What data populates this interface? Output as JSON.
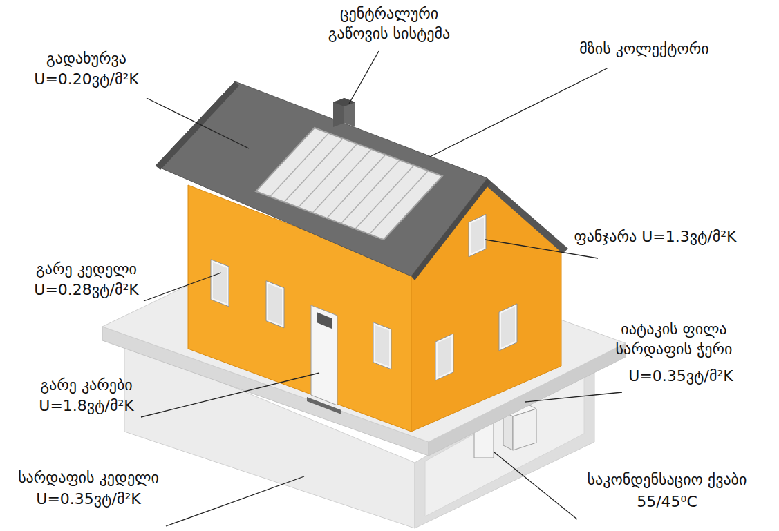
{
  "diagram": {
    "labels": [
      "ცენტრალური გაწოვის სისტემა",
      "გადახურვა",
      "U=0.20ვტ/მ²K",
      "მზის კოლექტორი",
      "გარე კედელი",
      "U=0.28ვტ/მ²K",
      "ფანჯარა U=1.3ვტ/მ²K",
      "გარე კარები",
      "U=1.8ვტ/მ²K",
      "იატაკის ფილა სარდაფის ჭერი",
      "U=0.35ვტ/მ²K",
      "სარდაფის კედელი",
      "U=0.35ვტ/მ²K",
      "საკონდენსაციო ქვაბი",
      "55/45⁰C"
    ]
  }
}
